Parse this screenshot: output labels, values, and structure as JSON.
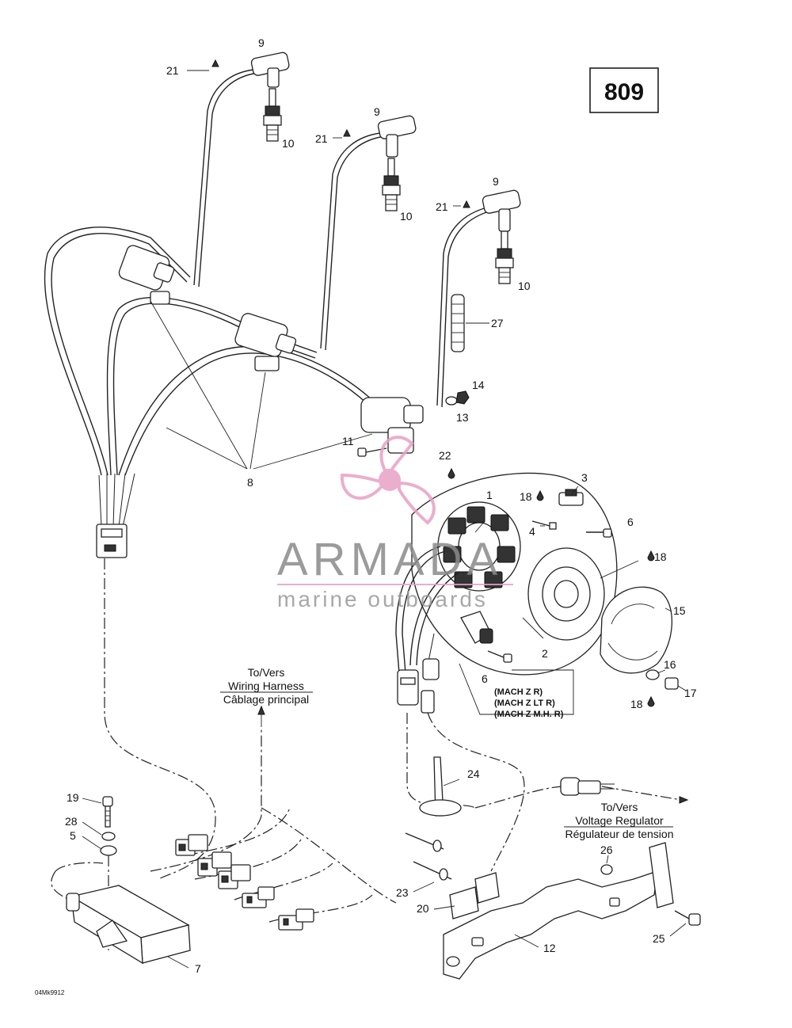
{
  "page_number": "809",
  "drawing_code": "04Mk9912",
  "watermark": {
    "brand": "ARMADA",
    "tagline": "marine outboards",
    "color": "#e8a0c4"
  },
  "notes": {
    "wiring_harness": [
      "To/Vers",
      "Wiring Harness",
      "Câblage principal"
    ],
    "voltage_regulator": [
      "To/Vers",
      "Voltage Regulator",
      "Régulateur de tension"
    ],
    "models": [
      "(MACH Z R)",
      "(MACH Z LT R)",
      "(MACH Z M.H. R)"
    ]
  },
  "callouts": {
    "c1": "1",
    "c2": "2",
    "c3": "3",
    "c4": "4",
    "c5": "5",
    "c6a": "6",
    "c6b": "6",
    "c7": "7",
    "c8": "8",
    "c9a": "9",
    "c9b": "9",
    "c9c": "9",
    "c10a": "10",
    "c10b": "10",
    "c10c": "10",
    "c11": "11",
    "c12": "12",
    "c13": "13",
    "c14": "14",
    "c15": "15",
    "c16": "16",
    "c17": "17",
    "c18a": "18",
    "c18b": "18",
    "c18c": "18",
    "c19": "19",
    "c20": "20",
    "c21a": "21",
    "c21b": "21",
    "c21c": "21",
    "c22": "22",
    "c23": "23",
    "c24": "24",
    "c25": "25",
    "c26": "26",
    "c27": "27",
    "c28": "28"
  }
}
